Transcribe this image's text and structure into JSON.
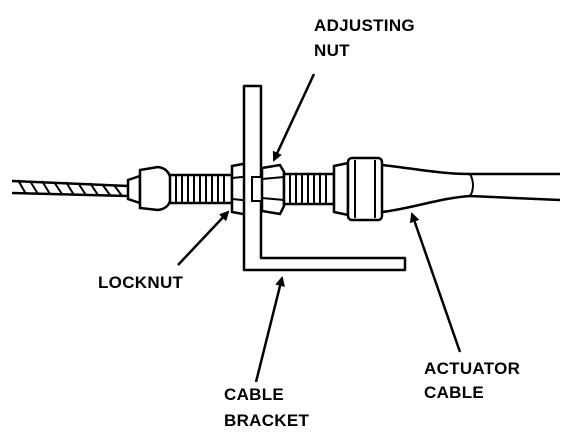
{
  "labels": {
    "adjusting_nut": [
      "ADJUSTING",
      "NUT"
    ],
    "locknut": "LOCKNUT",
    "actuator_cable": [
      "ACTUATOR",
      "CABLE"
    ],
    "cable_bracket": [
      "CABLE",
      "BRACKET"
    ]
  },
  "colors": {
    "ink": "#000000",
    "paper": "#ffffff"
  }
}
